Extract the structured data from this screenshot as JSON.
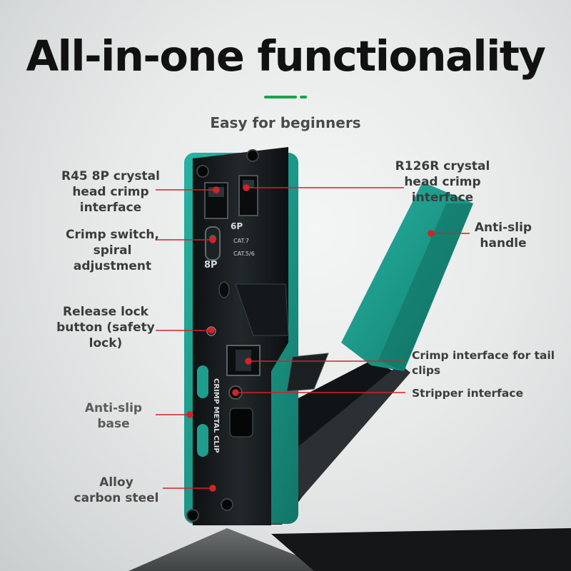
{
  "title": "All-in-one functionality",
  "subtitle": "Easy for beginners",
  "accent_color": "#1ba34a",
  "callout_color": "#d2232a",
  "tool_colors": {
    "body": "#15191b",
    "grip": "#1f9e8e"
  },
  "tool_markings": {
    "mode_8p": "8P",
    "mode_6p": "6P",
    "cat7": "CAT.7",
    "cat56": "CAT.5/6",
    "crimp_metal_clip": "CRIMP METAL CLIP"
  },
  "callouts": {
    "rj45": "R45 8P crystal\nhead crimp\ninterface",
    "r126r": "R126R crystal\nhead crimp\ninterface",
    "crimp_switch": "Crimp switch,\nspiral\nadjustment",
    "anti_slip_handle": "Anti-slip\nhandle",
    "release_lock": "Release lock\nbutton (safety\nlock)",
    "tail_clips": "Crimp interface for tail\nclips",
    "stripper": "Stripper interface",
    "anti_slip_base": "Anti-slip\nbase",
    "alloy": "Alloy\ncarbon steel"
  }
}
